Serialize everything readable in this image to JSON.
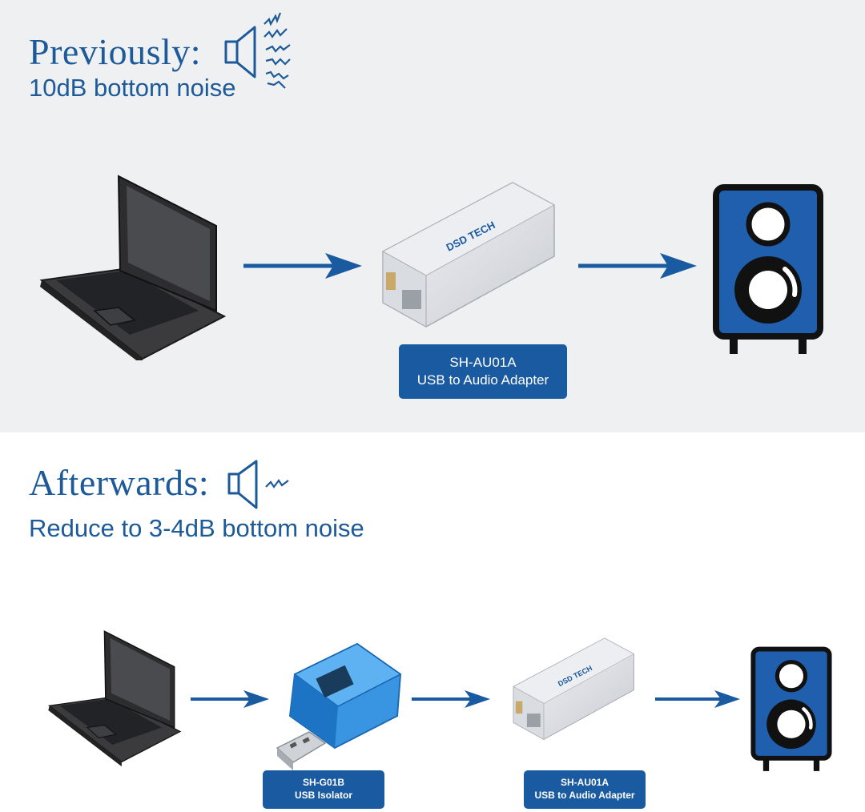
{
  "previously": {
    "title": "Previously:",
    "subtitle": "10dB bottom noise",
    "icon": "loud-speaker-icon",
    "adapter_brand": "DSD TECH",
    "adapter_label": {
      "model": "SH-AU01A",
      "description": "USB to Audio Adapter"
    }
  },
  "afterwards": {
    "title": "Afterwards:",
    "subtitle": "Reduce to 3-4dB bottom noise",
    "icon": "quiet-speaker-icon",
    "isolator_label": {
      "model": "SH-G01B",
      "description": "USB Isolator"
    },
    "adapter_brand": "DSD TECH",
    "adapter_label": {
      "model": "SH-AU01A",
      "description": "USB to Audio Adapter"
    }
  },
  "colors": {
    "accent": "#1c5a99",
    "label_bg": "#1a5aa0",
    "speaker_blue": "#1f5fae",
    "top_bg": "#eff0f2"
  }
}
